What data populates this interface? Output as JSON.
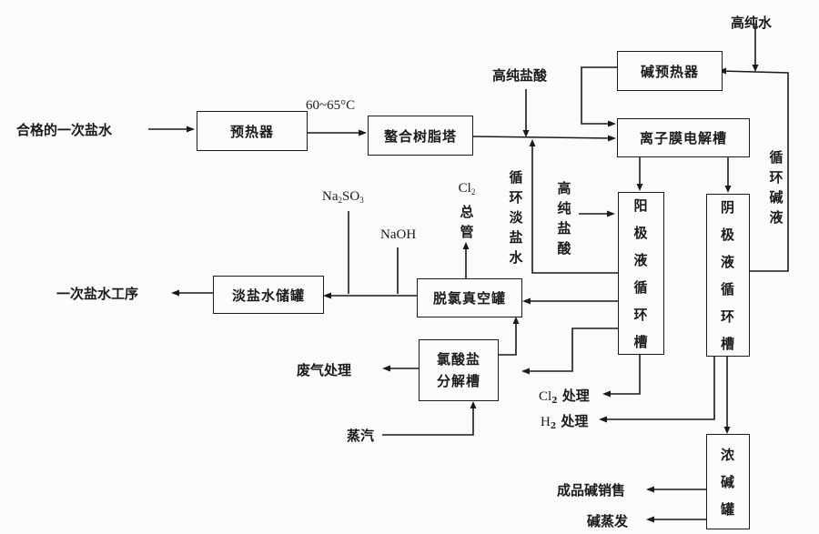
{
  "diagram": {
    "nodes": {
      "preheater": "预热器",
      "chelating_tower": "螯合树脂塔",
      "membrane_cell": "离子膜电解槽",
      "alkali_preheater": "碱预热器",
      "anolyte_tank": [
        "阳",
        "极",
        "液",
        "循",
        "环",
        "槽"
      ],
      "catholyte_tank": [
        "阴",
        "极",
        "液",
        "循",
        "环",
        "槽"
      ],
      "dechlorination_tank": "脱氯真空罐",
      "dilute_brine_tank": "淡盐水储罐",
      "chlorate_tank": [
        "氯酸盐",
        "分解槽"
      ],
      "conc_alkali_tank": [
        "浓",
        "碱",
        "罐"
      ]
    },
    "labels": {
      "feed": "合格的一次盐水",
      "temperature": "60~65°C",
      "hcl_top": "高纯盐酸",
      "pure_water": "高纯水",
      "recycle_dilute_brine": [
        "循",
        "环",
        "淡",
        "盐",
        "水"
      ],
      "hcl_side": [
        "高",
        "纯",
        "盐",
        "酸"
      ],
      "recycle_alkali": [
        "循",
        "环",
        "碱",
        "液"
      ],
      "na2so3": {
        "base": "Na",
        "sub1": "2",
        "mid": "SO",
        "sub2": "3"
      },
      "naoh": "NaOH",
      "cl2_header": {
        "formula": "Cl",
        "sub": "2",
        "text": [
          "总",
          "管"
        ]
      },
      "primary_brine": "一次盐水工序",
      "waste_gas": "废气处理",
      "steam": "蒸汽",
      "cl2_treatment": {
        "formula": "Cl",
        "sub": "2",
        "text": "处理"
      },
      "h2_treatment": {
        "formula": "H",
        "sub": "2",
        "text": "处理"
      },
      "product_sale": "成品碱销售",
      "alkali_evap": "碱蒸发"
    }
  }
}
